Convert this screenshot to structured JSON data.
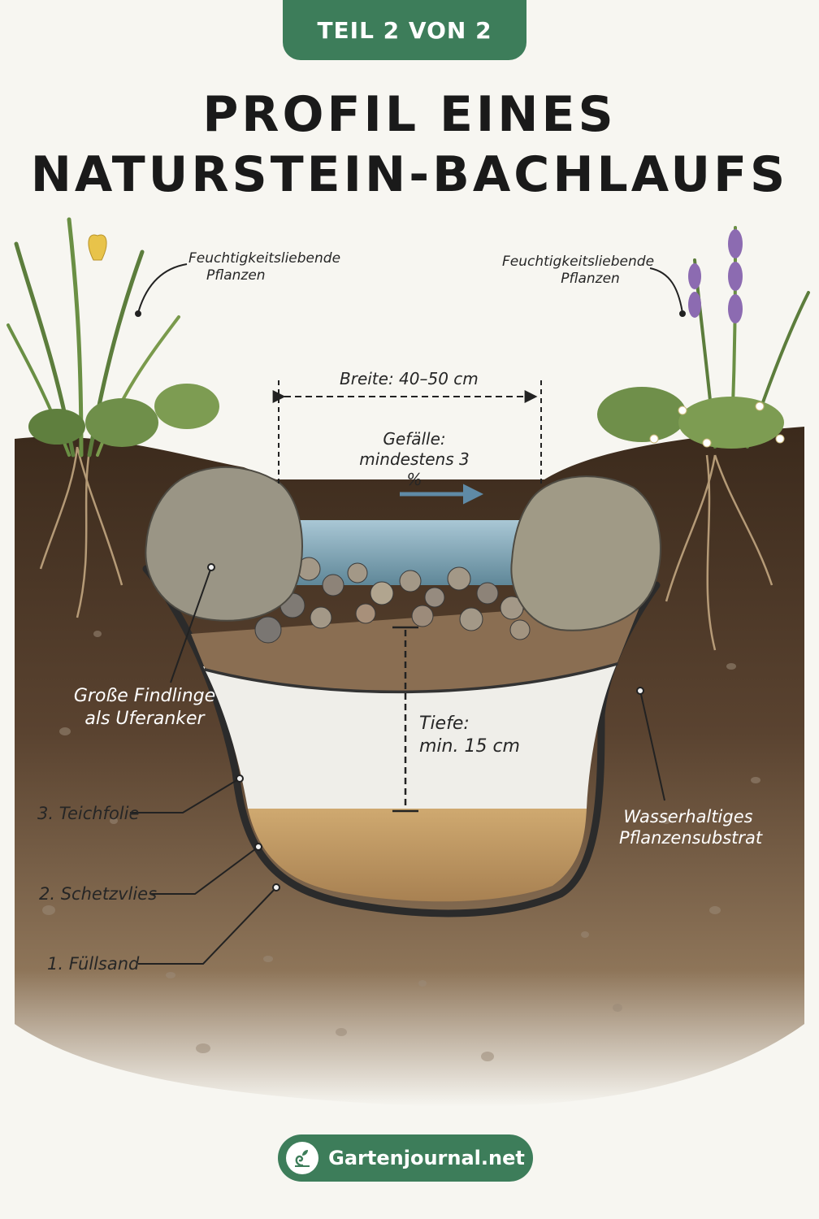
{
  "badge": "TEIL 2 VON 2",
  "title": {
    "line1": "PROFIL EINES",
    "line2": "NATURSTEIN-BACHLAUFS"
  },
  "labels": {
    "plants_left": {
      "line1": "Feuchtigkeitsliebende",
      "line2": "Pflanzen"
    },
    "plants_right": {
      "line1": "Feuchtigkeitsliebende",
      "line2": "Pflanzen"
    },
    "breite": "Breite: 40–50 cm",
    "gefaelle": {
      "line1": "Gefälle:",
      "line2": "mindestens 3 %"
    },
    "findlinge": {
      "line1": "Große Findlinge",
      "line2": "als Uferanker"
    },
    "tiefe": {
      "line1": "Tiefe:",
      "line2": "min. 15 cm"
    },
    "teichfolie": "3. Teichfolie",
    "schutzvlies": "2. Schetzvlies",
    "fuellsand": "1. Füllsand",
    "substrat": {
      "line1": "Wasserhaltiges",
      "line2": "Pflanzensubstrat"
    }
  },
  "footer": {
    "brand": "Gartenjournal.net",
    "logo_icon": "garden-logo-icon"
  },
  "colors": {
    "accent": "#3d7d5a",
    "soil": "#4a3524",
    "water": "#8fb3c4",
    "fleece": "#f0efea",
    "sand": "#c29a60"
  }
}
